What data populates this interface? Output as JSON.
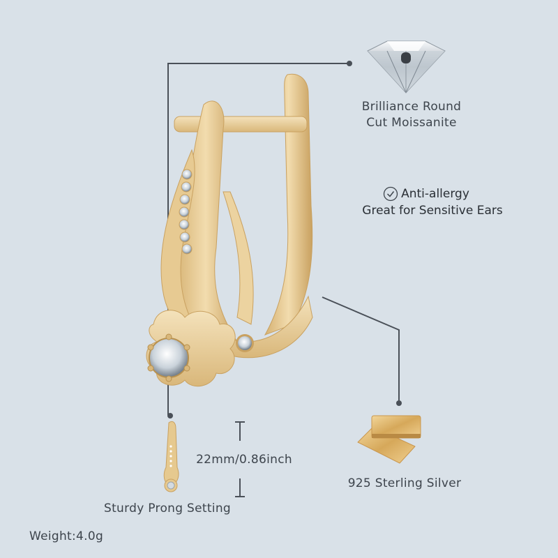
{
  "features": {
    "gemstone": {
      "line1": "Brilliance Round",
      "line2": "Cut Moissanite"
    },
    "allergy": {
      "title": "Anti-allergy",
      "subtitle": "Great for Sensitive Ears",
      "icon": "check-circle-icon"
    },
    "material": {
      "label": "925 Sterling Silver"
    },
    "setting": {
      "label": "Sturdy Prong Setting"
    },
    "size": {
      "label": "22mm/0.86inch"
    },
    "weight": {
      "label": "Weight:4.0g"
    }
  },
  "colors": {
    "background": "#d9e1e8",
    "line": "#4a5058",
    "gold": "#e6c98f",
    "gold_dark": "#c9a160",
    "text": "#3d444c"
  }
}
